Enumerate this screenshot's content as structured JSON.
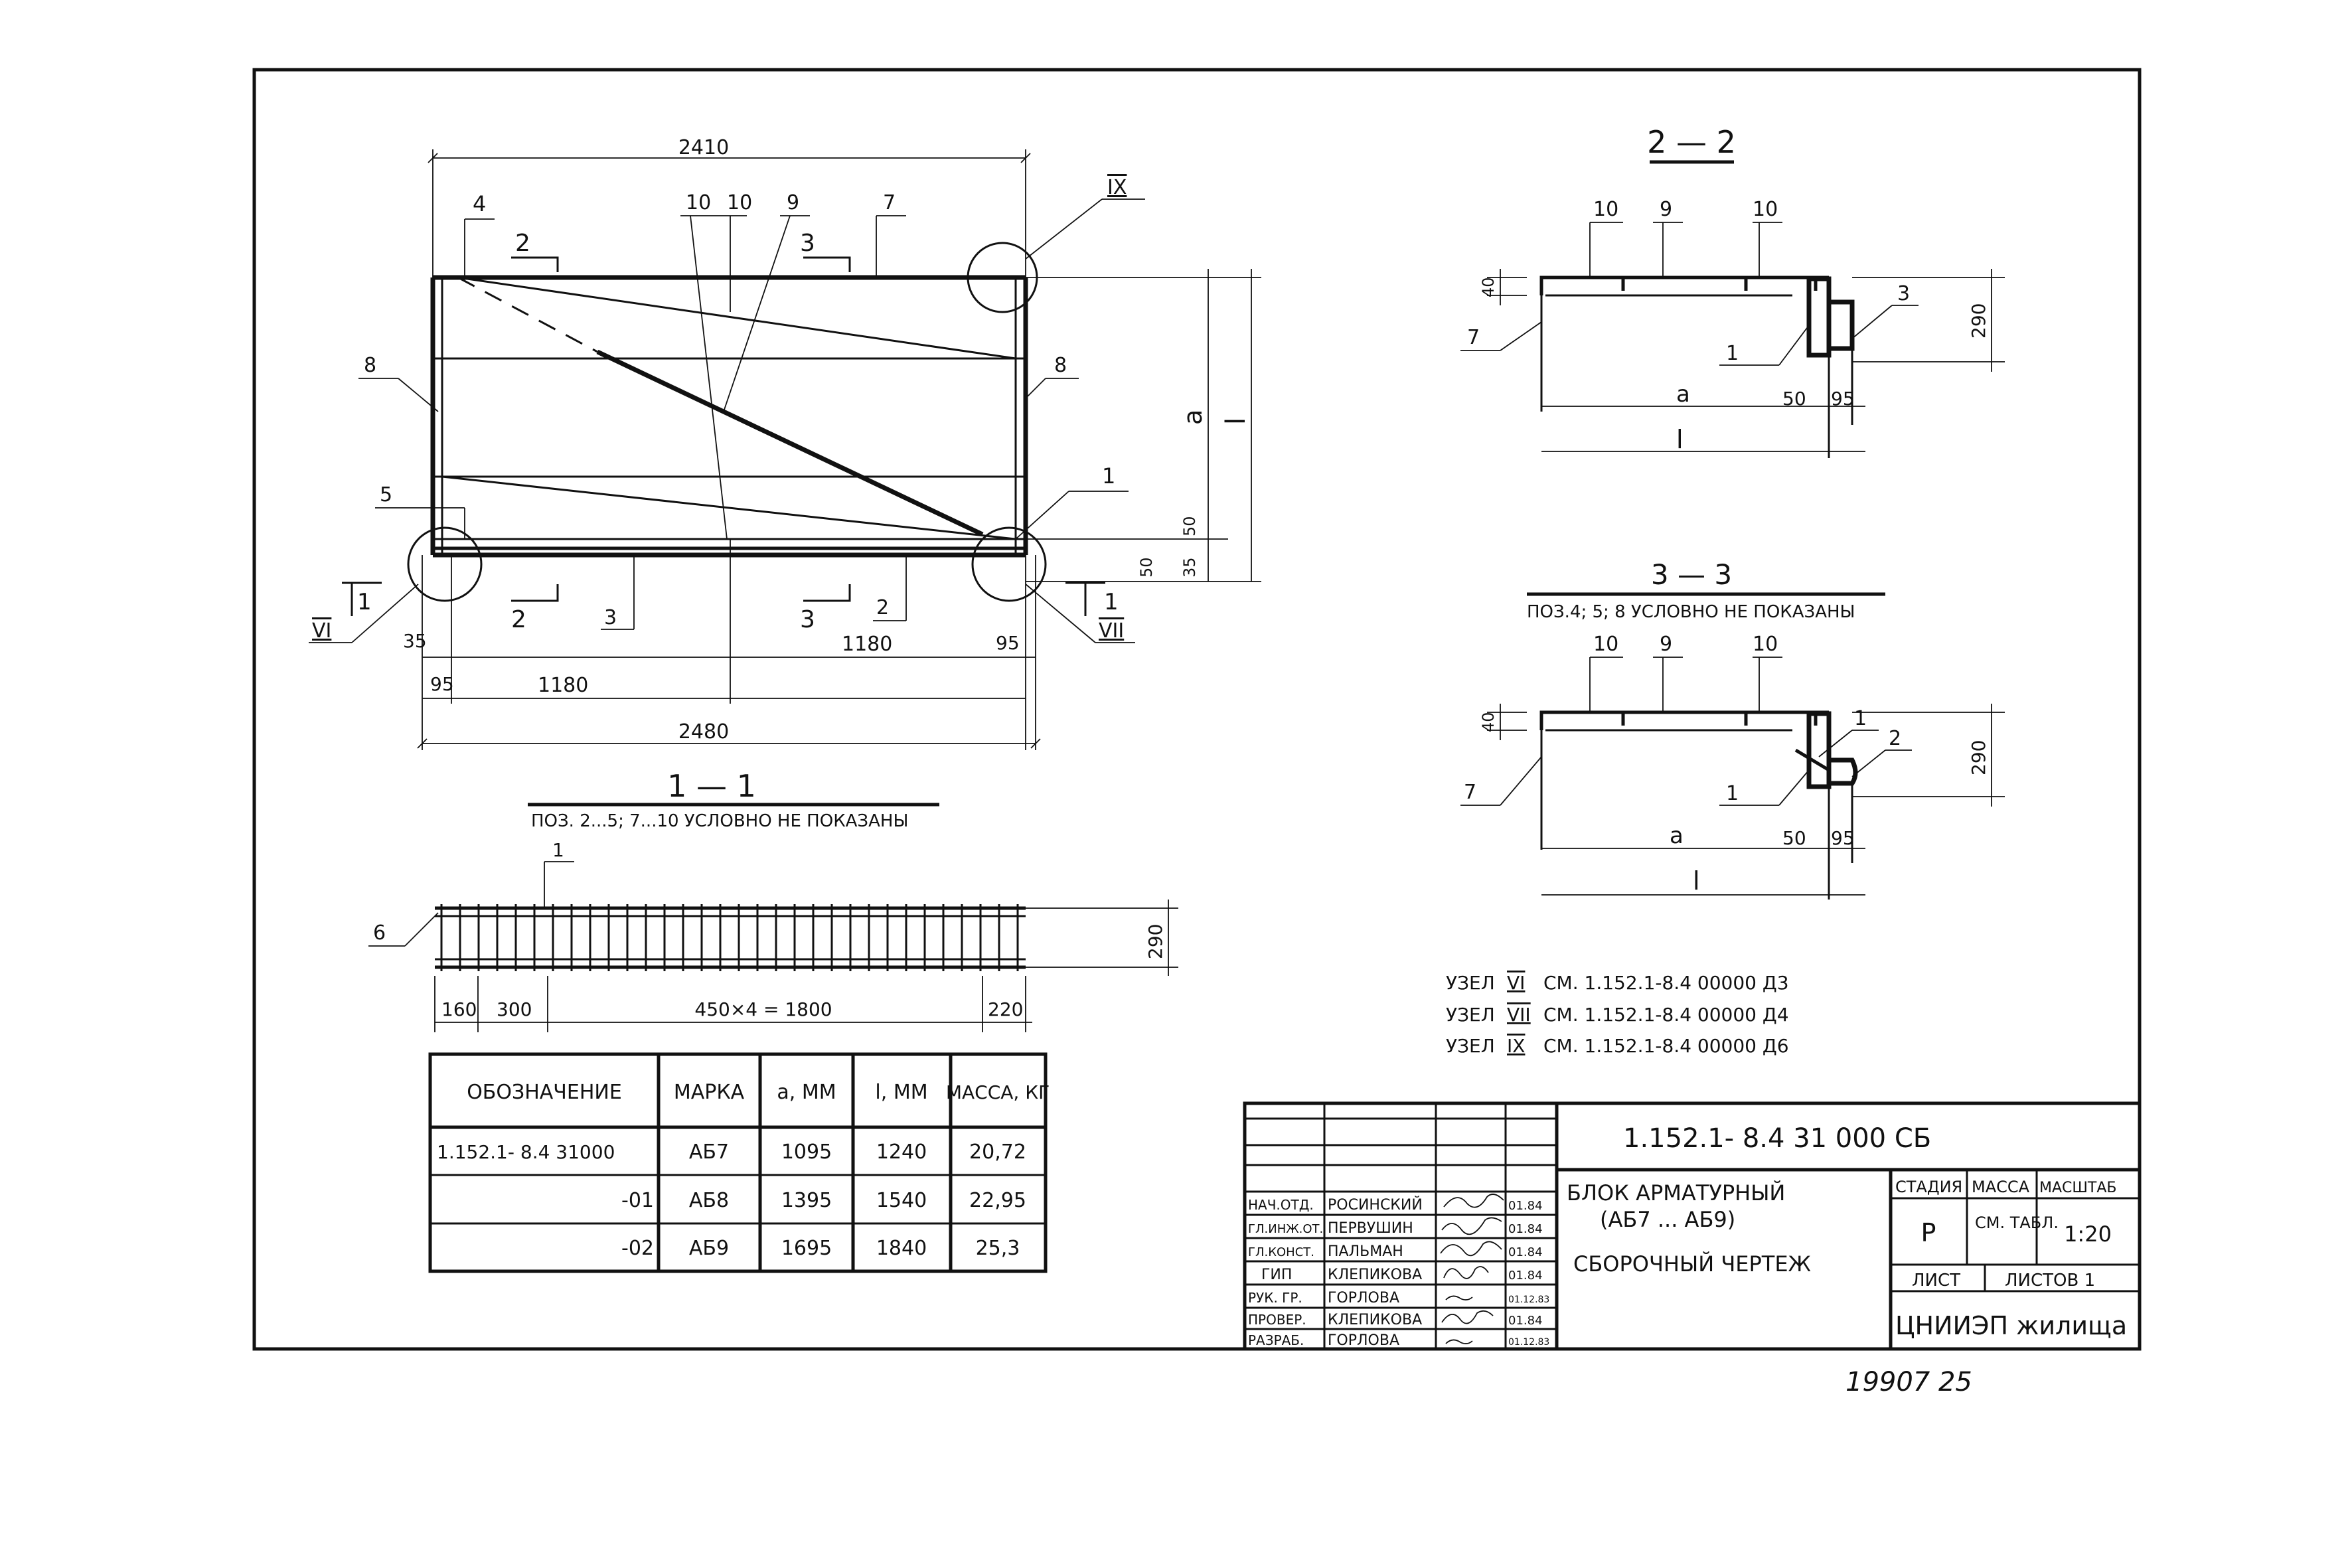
{
  "plan": {
    "dims": {
      "top": "2410",
      "bottom": "2480",
      "left_95": "95",
      "left_1180": "1180",
      "right_1180": "1180",
      "right_95": "95",
      "left_35": "35",
      "side_a": "a",
      "side_l": "l",
      "small_50a": "50",
      "small_50b": "50",
      "small_35": "35"
    },
    "callouts": {
      "p4": "4",
      "p10a": "10",
      "p10b": "10",
      "p9": "9",
      "p7": "7",
      "p8a": "8",
      "p8b": "8",
      "p5": "5",
      "p1": "1",
      "p3": "3",
      "p2": "2"
    },
    "cuts": {
      "c2top": "2",
      "c3top": "3",
      "c2bot": "2",
      "c3bot": "3",
      "c1left": "1",
      "c1right": "1"
    },
    "nodes": {
      "IX": "IX",
      "VI": "VI",
      "VII": "VII"
    }
  },
  "section11": {
    "title": "1 — 1",
    "note": "ПОЗ. 2...5; 7...10 УСЛОВНО НЕ ПОКАЗАНЫ",
    "callout1": "1",
    "callout6": "6",
    "dims": {
      "d160": "160",
      "d300": "300",
      "d1800": "450×4 = 1800",
      "d220": "220",
      "d290": "290"
    }
  },
  "section22": {
    "title": "2 — 2",
    "labels": {
      "p10a": "10",
      "p9": "9",
      "p10b": "10",
      "p3": "3",
      "p7": "7",
      "p1": "1"
    },
    "dims": {
      "d40": "40",
      "d290": "290",
      "a": "a",
      "d50": "50",
      "d95": "95",
      "l": "l"
    }
  },
  "section33": {
    "title": "3 — 3",
    "note": "ПОЗ.4; 5; 8 УСЛОВНО НЕ ПОКАЗАНЫ",
    "labels": {
      "p10a": "10",
      "p9": "9",
      "p10b": "10",
      "p1a": "1",
      "p2": "2",
      "p7": "7",
      "p1b": "1"
    },
    "dims": {
      "d40": "40",
      "d290": "290",
      "a": "a",
      "d50": "50",
      "d95": "95",
      "l": "l"
    }
  },
  "node_refs": [
    {
      "label": "УЗЕЛ",
      "node": "VI",
      "ref": "СМ. 1.152.1-8.4 00000 Д3"
    },
    {
      "label": "УЗЕЛ",
      "node": "VII",
      "ref": "СМ. 1.152.1-8.4 00000 Д4"
    },
    {
      "label": "УЗЕЛ",
      "node": "IX",
      "ref": "СМ. 1.152.1-8.4 00000 Д6"
    }
  ],
  "spec_table": {
    "headers": [
      "ОБОЗНАЧЕНИЕ",
      "МАРКА",
      "a, ММ",
      "l, ММ",
      "МАССА, КГ"
    ],
    "rows": [
      [
        "1.152.1- 8.4    31000",
        "АБ7",
        "1095",
        "1240",
        "20,72"
      ],
      [
        "-01",
        "АБ8",
        "1395",
        "1540",
        "22,95"
      ],
      [
        "-02",
        "АБ9",
        "1695",
        "1840",
        "25,3"
      ]
    ]
  },
  "title_block": {
    "code": "1.152.1- 8.4    31 000 СБ",
    "name_line1": "БЛОК АРМАТУРНЫЙ",
    "name_line2": "(АБ7 ... АБ9)",
    "name_line3": "СБОРОЧНЫЙ ЧЕРТЕЖ",
    "stage_h": "СТАДИЯ",
    "mass_h": "МАССА",
    "scale_h": "МАСШТАБ",
    "stage": "Р",
    "mass": "СМ. ТАБЛ.",
    "scale": "1:20",
    "sheet": "ЛИСТ",
    "sheets": "ЛИСТОВ  1",
    "org": "ЦНИИЭП жилища",
    "staff": [
      {
        "role": "НАЧ.ОТД.",
        "name": "РОСИНСКИЙ",
        "date": "01.84"
      },
      {
        "role": "ГЛ.ИНЖ.ОТ.",
        "name": "ПЕРВУШИН",
        "date": "01.84"
      },
      {
        "role": "ГЛ.КОНСТ.",
        "name": "ПАЛЬМАН",
        "date": "01.84"
      },
      {
        "role": "ГИП",
        "name": "КЛЕПИКОВА",
        "date": "01.84"
      },
      {
        "role": "РУК. ГР.",
        "name": "ГОРЛОВА",
        "date": "01.12.83"
      },
      {
        "role": "ПРОВЕР.",
        "name": "КЛЕПИКОВА",
        "date": "01.84"
      },
      {
        "role": "РАЗРАБ.",
        "name": "ГОРЛОВА",
        "date": "01.12.83"
      }
    ]
  },
  "footer_number": "19907  25"
}
